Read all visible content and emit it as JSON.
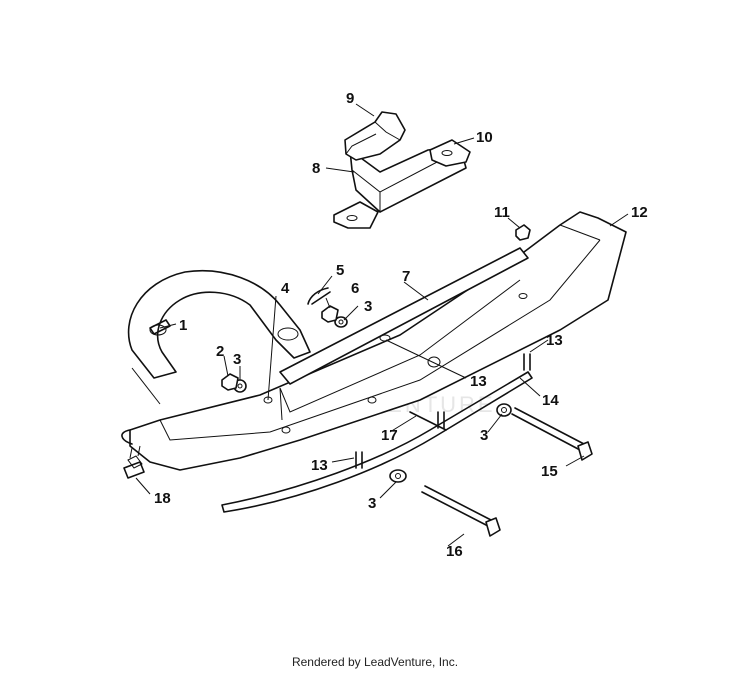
{
  "callouts": [
    "1",
    "2",
    "3",
    "4",
    "5",
    "6",
    "7",
    "8",
    "9",
    "10",
    "11",
    "12",
    "13",
    "14",
    "15",
    "16",
    "17",
    "18"
  ],
  "watermark": "LEADVENTURE",
  "footer": "Rendered by LeadVenture, Inc."
}
